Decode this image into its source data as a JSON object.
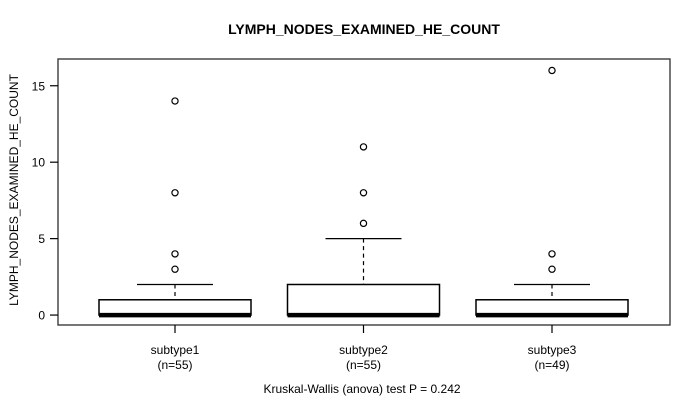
{
  "chart_data": {
    "type": "boxplot",
    "title": "LYMPH_NODES_EXAMINED_HE_COUNT",
    "ylabel": "LYMPH_NODES_EXAMINED_HE_COUNT",
    "xlabel": "",
    "footer": "Kruskal-Wallis (anova) test P = 0.242",
    "y_ticks": [
      0,
      5,
      10,
      15
    ],
    "ylim": [
      -0.65,
      16.75
    ],
    "grid": "off",
    "legend": "none",
    "colors": {
      "box_fill": "#ffffff",
      "stroke": "#000000",
      "frame": "#3d3d3d",
      "background": "#ffffff"
    },
    "groups": [
      {
        "label": "subtype1",
        "n_label": "(n=55)",
        "whisker_low": 0,
        "q1": 0,
        "median": 0,
        "q3": 1,
        "whisker_high": 2,
        "outliers": [
          3,
          4,
          8,
          14
        ]
      },
      {
        "label": "subtype2",
        "n_label": "(n=55)",
        "whisker_low": 0,
        "q1": 0,
        "median": 0,
        "q3": 2,
        "whisker_high": 5,
        "outliers": [
          6,
          8,
          11
        ]
      },
      {
        "label": "subtype3",
        "n_label": "(n=49)",
        "whisker_low": 0,
        "q1": 0,
        "median": 0,
        "q3": 1,
        "whisker_high": 2,
        "outliers": [
          3,
          4,
          16
        ]
      }
    ]
  }
}
